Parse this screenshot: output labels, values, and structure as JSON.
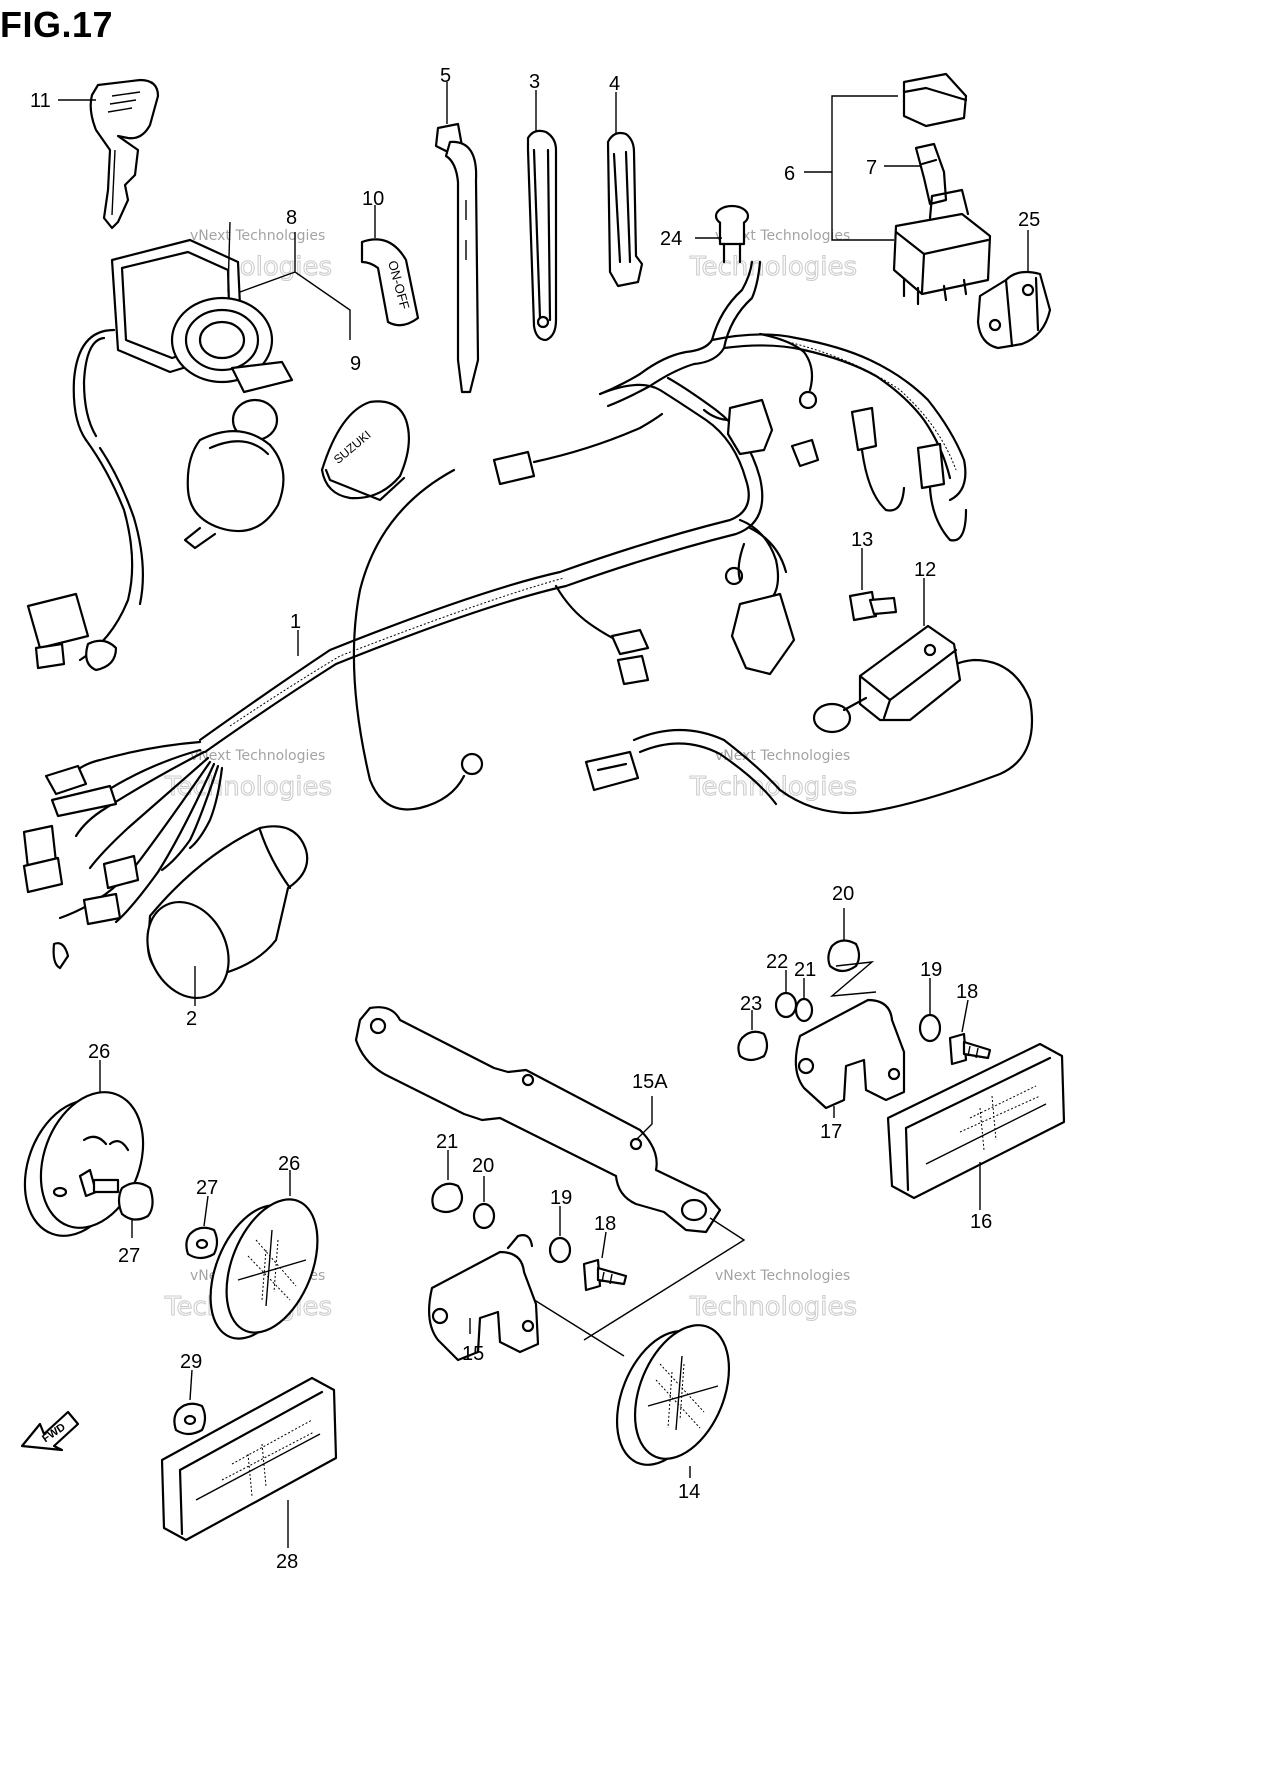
{
  "figure": {
    "title": "FIG.17"
  },
  "watermark": {
    "line1": "vNext Technologies",
    "line2": "Technologies"
  },
  "callouts": {
    "c11": "11",
    "c8": "8",
    "c10": "10",
    "c9": "9",
    "c5": "5",
    "c3": "3",
    "c4": "4",
    "c6": "6",
    "c7": "7",
    "c24": "24",
    "c25": "25",
    "c1": "1",
    "c13": "13",
    "c12": "12",
    "c2": "2",
    "c20a": "20",
    "c22": "22",
    "c21a": "21",
    "c19a": "19",
    "c18a": "18",
    "c23": "23",
    "c17": "17",
    "c16": "16",
    "c15a": "15A",
    "c26a": "26",
    "c27a": "27",
    "c27b": "27",
    "c26b": "26",
    "c21b": "21",
    "c20b": "20",
    "c19b": "19",
    "c18b": "18",
    "c15": "15",
    "c29": "29",
    "c28": "28",
    "c14": "14"
  },
  "parts_text": {
    "switch_positions": "ON-OFF",
    "cover_logo": "SUZUKI",
    "fwd_arrow": "FWD"
  },
  "colors": {
    "line": "#000000",
    "background": "#ffffff",
    "watermark": "#9a9a9a"
  }
}
